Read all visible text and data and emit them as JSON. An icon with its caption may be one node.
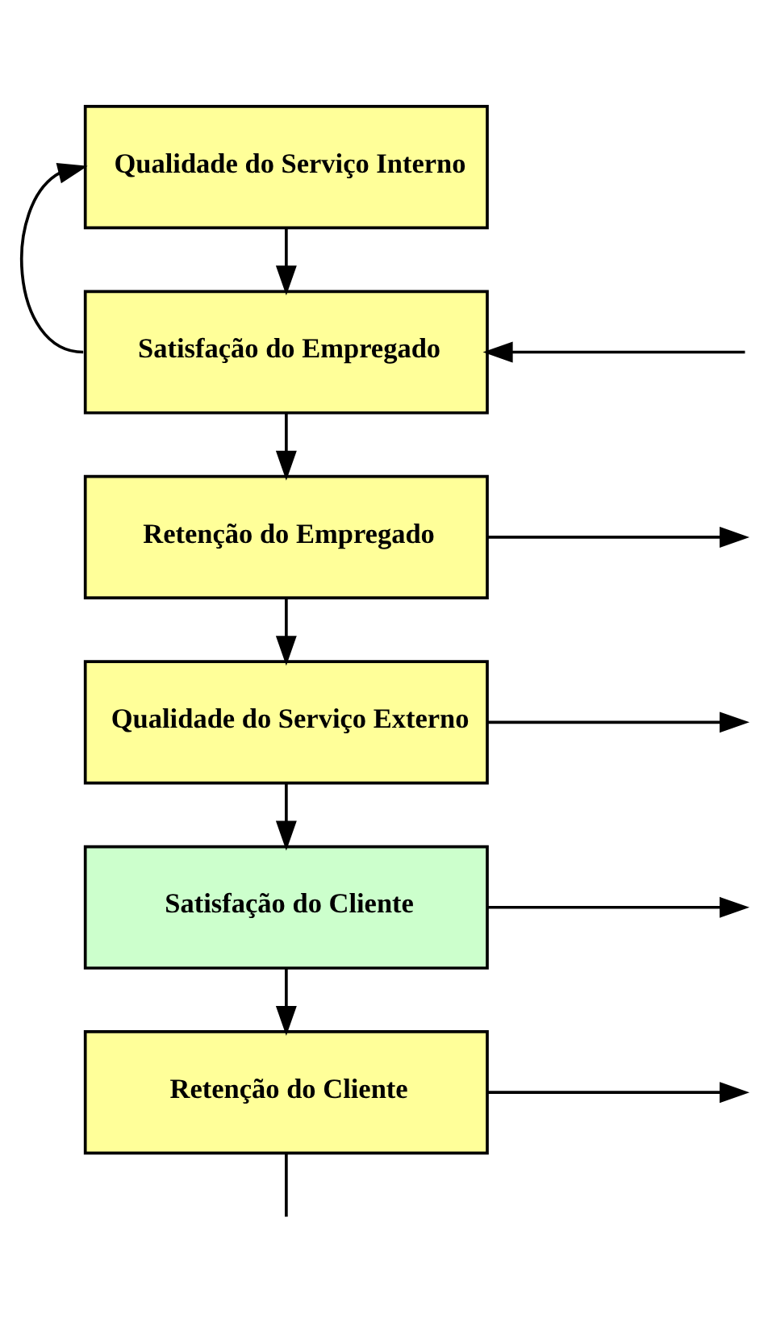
{
  "diagram": {
    "nodes": [
      {
        "text": [
          "Qualidade do Serviço Interno"
        ]
      },
      {
        "text": [
          "Satisfação do Empregado"
        ]
      },
      {
        "text": [
          "Retenção do Empregado"
        ]
      },
      {
        "text": [
          "Qualidade do Serviço Externo"
        ]
      },
      {
        "text": [
          "Satisfação do Cliente"
        ]
      },
      {
        "text": [
          "Retenção do Cliente"
        ]
      }
    ],
    "edges": [
      {
        "from": 0,
        "to": 1,
        "arrow": "to"
      },
      {
        "from": 1,
        "to": 0,
        "arrow": "to"
      },
      {
        "from": null,
        "to": 1,
        "arrow": "to"
      },
      {
        "from": 1,
        "to": 2,
        "arrow": "to"
      },
      {
        "from": 2,
        "to": null,
        "arrow": "to"
      },
      {
        "from": 2,
        "to": 3,
        "arrow": "to"
      },
      {
        "from": 3,
        "to": null,
        "arrow": "to"
      },
      {
        "from": 3,
        "to": 4,
        "arrow": "to"
      },
      {
        "from": 4,
        "to": null,
        "arrow": "to"
      },
      {
        "from": 4,
        "to": 5,
        "arrow": "to"
      },
      {
        "from": 5,
        "to": null,
        "arrow": "to"
      },
      {
        "from": 5,
        "to": null,
        "arrow": "none"
      }
    ]
  }
}
